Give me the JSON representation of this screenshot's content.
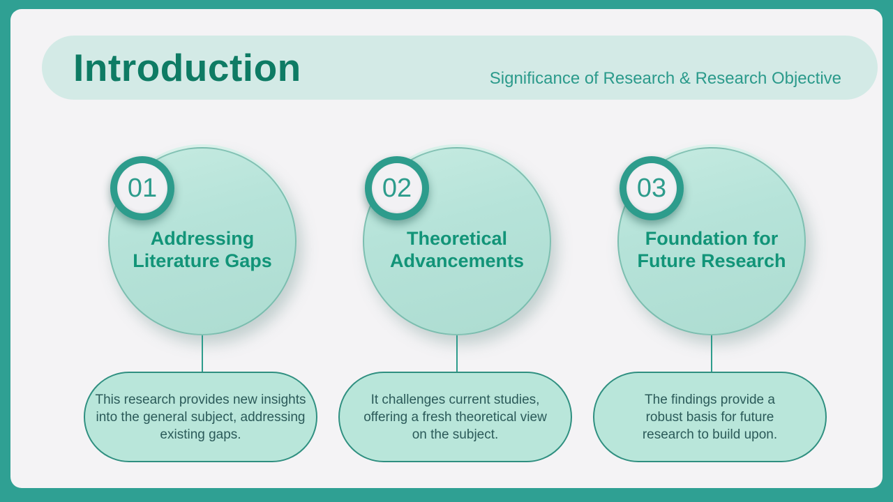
{
  "slide": {
    "header": {
      "title": "Introduction",
      "subtitle": "Significance of Research & Research Objective"
    },
    "items": [
      {
        "number": "01",
        "title": "Addressing Literature Gaps",
        "description": "This research provides new insights into the general subject, addressing existing gaps."
      },
      {
        "number": "02",
        "title": "Theoretical Advancements",
        "description": "It challenges current studies, offering a fresh theoretical view on the subject."
      },
      {
        "number": "03",
        "title": "Foundation for Future Research",
        "description": "The findings provide a robust basis for future research to build upon."
      }
    ],
    "colors": {
      "frame": "#2fa093",
      "panel": "#f4f3f5",
      "header_band": "#d3eae6",
      "title_text": "#0e7b64",
      "subtitle_text": "#2b9a8b",
      "mint_fill": "#b6e3d9",
      "circle_title_text": "#129478",
      "badge_accent": "#2d9c8c",
      "pill_border": "#2f8f80",
      "pill_text": "#2b5a59",
      "connector": "#2d9c8c"
    }
  }
}
